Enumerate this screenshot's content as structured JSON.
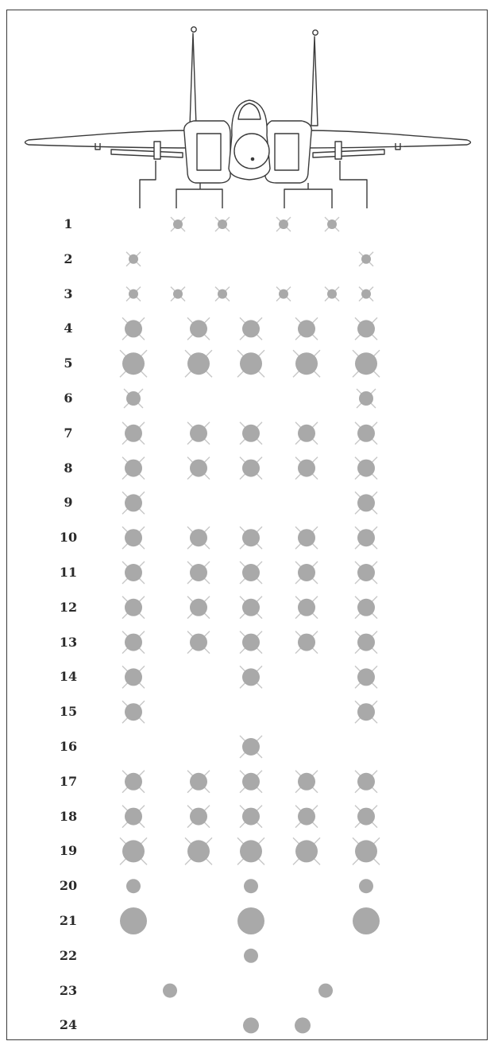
{
  "figure": {
    "stations": [
      "1",
      "2",
      "3",
      "4",
      "5"
    ],
    "rows": [
      {
        "label": "1",
        "size": "xs",
        "type": "x",
        "positions": [
          2.5,
          3.5,
          4.5,
          5.5
        ]
      },
      {
        "label": "2",
        "size": "xs",
        "type": "x",
        "positions": [
          1,
          7
        ]
      },
      {
        "label": "3",
        "size": "xs",
        "type": "x",
        "positions": [
          1,
          2.5,
          3.5,
          4.5,
          5.5,
          7
        ]
      },
      {
        "label": "4",
        "size": "m",
        "type": "x",
        "positions": [
          1,
          2,
          3,
          4,
          5
        ]
      },
      {
        "label": "5",
        "size": "l",
        "type": "x",
        "positions": [
          1,
          2,
          3,
          4,
          5
        ]
      },
      {
        "label": "6",
        "size": "s",
        "type": "x",
        "positions": [
          1,
          5
        ]
      },
      {
        "label": "7",
        "size": "m",
        "type": "x",
        "positions": [
          1,
          2,
          3,
          4,
          5
        ]
      },
      {
        "label": "8",
        "size": "m",
        "type": "x",
        "positions": [
          1,
          2,
          3,
          4,
          5
        ]
      },
      {
        "label": "9",
        "size": "m",
        "type": "x",
        "positions": [
          1,
          5
        ]
      },
      {
        "label": "10",
        "size": "m",
        "type": "x",
        "positions": [
          1,
          2,
          3,
          4,
          5
        ]
      },
      {
        "label": "11",
        "size": "m",
        "type": "x",
        "positions": [
          1,
          2,
          3,
          4,
          5
        ]
      },
      {
        "label": "12",
        "size": "m",
        "type": "x",
        "positions": [
          1,
          2,
          3,
          4,
          5
        ]
      },
      {
        "label": "13",
        "size": "m",
        "type": "x",
        "positions": [
          1,
          2,
          3,
          4,
          5
        ]
      },
      {
        "label": "14",
        "size": "m",
        "type": "x",
        "positions": [
          1,
          3,
          5
        ]
      },
      {
        "label": "15",
        "size": "m",
        "type": "x",
        "positions": [
          1,
          5
        ]
      },
      {
        "label": "16",
        "size": "m",
        "type": "x",
        "positions": [
          3
        ]
      },
      {
        "label": "17",
        "size": "m",
        "type": "x",
        "positions": [
          1,
          2,
          3,
          4,
          5
        ]
      },
      {
        "label": "18",
        "size": "m",
        "type": "x",
        "positions": [
          1,
          2,
          3,
          4,
          5
        ]
      },
      {
        "label": "19",
        "size": "l",
        "type": "x",
        "positions": [
          1,
          2,
          3,
          4,
          5
        ]
      },
      {
        "label": "20",
        "size": "s",
        "type": "dot",
        "positions": [
          1,
          3,
          5
        ]
      },
      {
        "label": "21",
        "size": "xl",
        "type": "dot",
        "positions": [
          1,
          3,
          5
        ]
      },
      {
        "label": "22",
        "size": "s",
        "type": "dot",
        "positions": [
          3
        ]
      },
      {
        "label": "23",
        "size": "s",
        "type": "dot",
        "positions": [
          1.6,
          4.4
        ]
      },
      {
        "label": "24",
        "size": "m2",
        "type": "dot",
        "positions": [
          3,
          3.9
        ]
      }
    ],
    "colors": {
      "mark_fill": "#a9a9a9",
      "mark_x": "#c7c7c7",
      "line": "#3a3a3a",
      "text": "#2a2a2a"
    }
  }
}
